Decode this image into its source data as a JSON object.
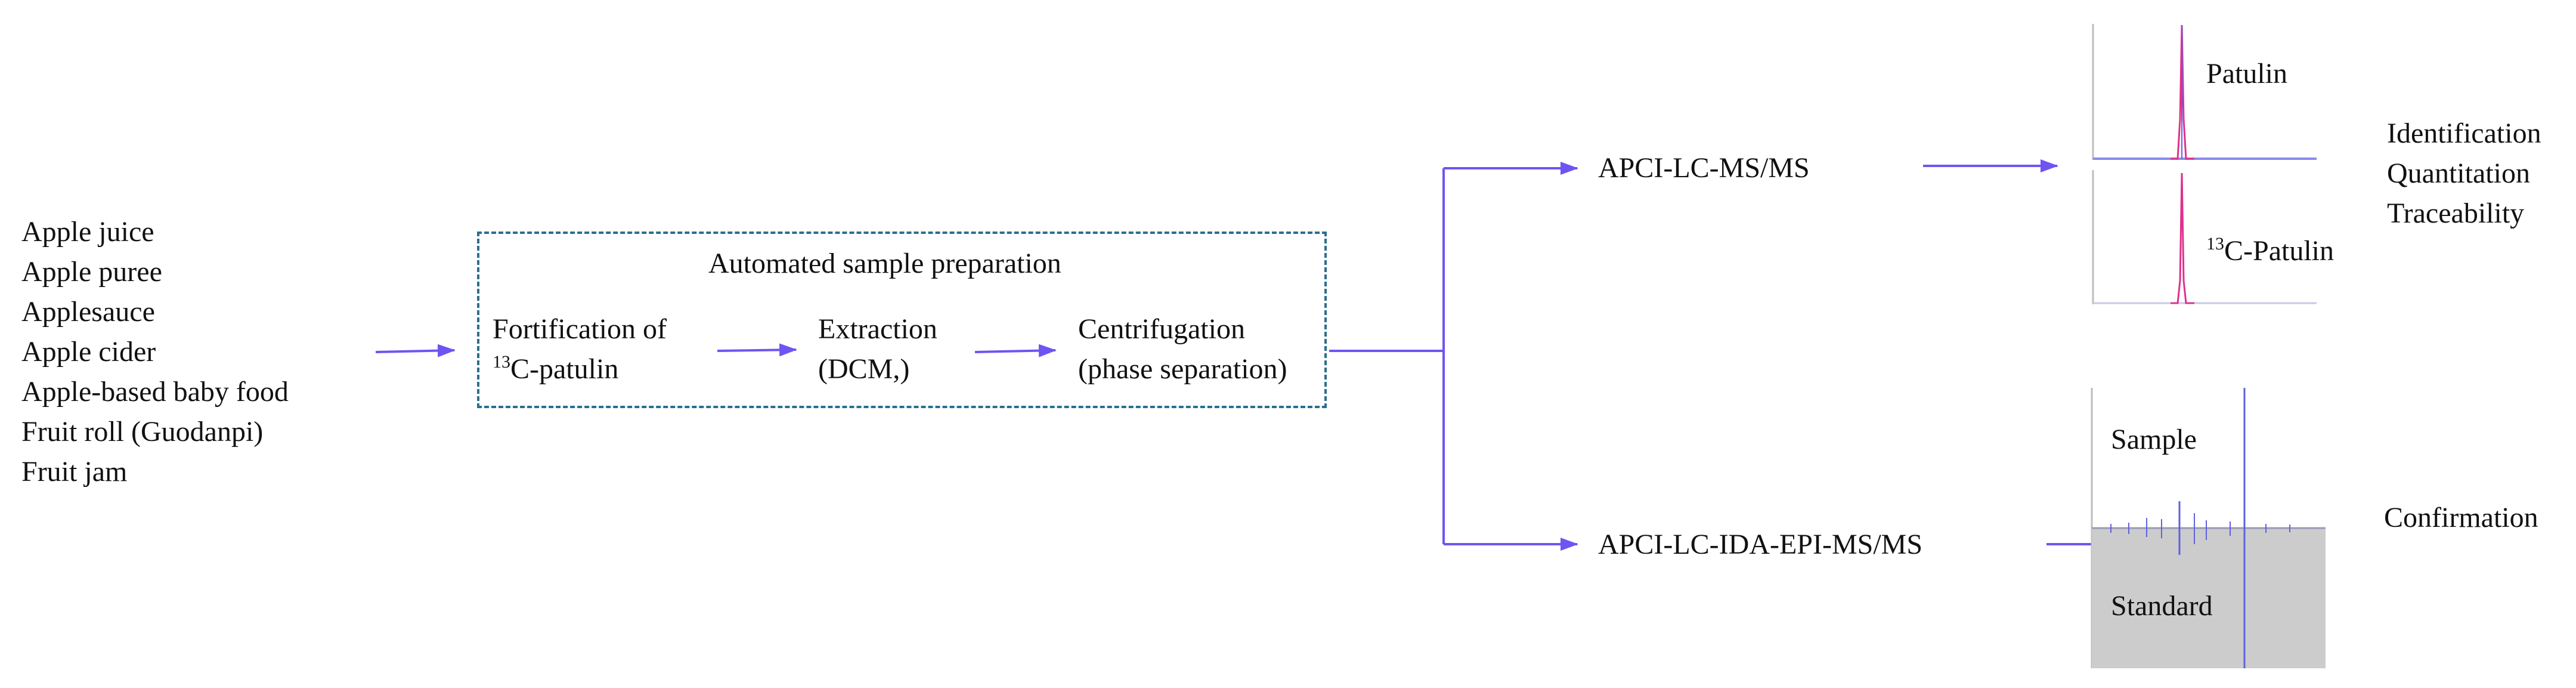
{
  "samples": {
    "items": [
      "Apple juice",
      "Apple puree",
      "Applesauce",
      "Apple cider",
      "Apple-based baby food",
      "Fruit roll (Guodanpi)",
      "Fruit jam"
    ]
  },
  "prep": {
    "title": "Automated sample preparation",
    "step1": {
      "line1": "Fortification  of",
      "sup": "13",
      "line2": "C-patulin"
    },
    "step2": {
      "line1": "Extraction",
      "line2": "(DCM,)"
    },
    "step3": {
      "line1": "Centrifugation",
      "line2": "(phase separation)"
    }
  },
  "methods": {
    "top": "APCI-LC-MS/MS",
    "bottom": "APCI-LC-IDA-EPI-MS/MS"
  },
  "chromatogram_top": {
    "label1": "Patulin",
    "label2_sup": "13",
    "label2": "C-Patulin"
  },
  "spectrum_bottom": {
    "label_sample": "Sample",
    "label_standard": "Standard"
  },
  "outcomes": {
    "top": [
      "Identification",
      "Quantitation",
      "Traceability"
    ],
    "bottom": "Confirmation"
  },
  "colors": {
    "arrow": "#7054f2",
    "box_border": "#2a6f8f",
    "peak_pink": "#e0308c",
    "peak_blue": "#6060e0",
    "standard_fill": "#cccccc"
  }
}
